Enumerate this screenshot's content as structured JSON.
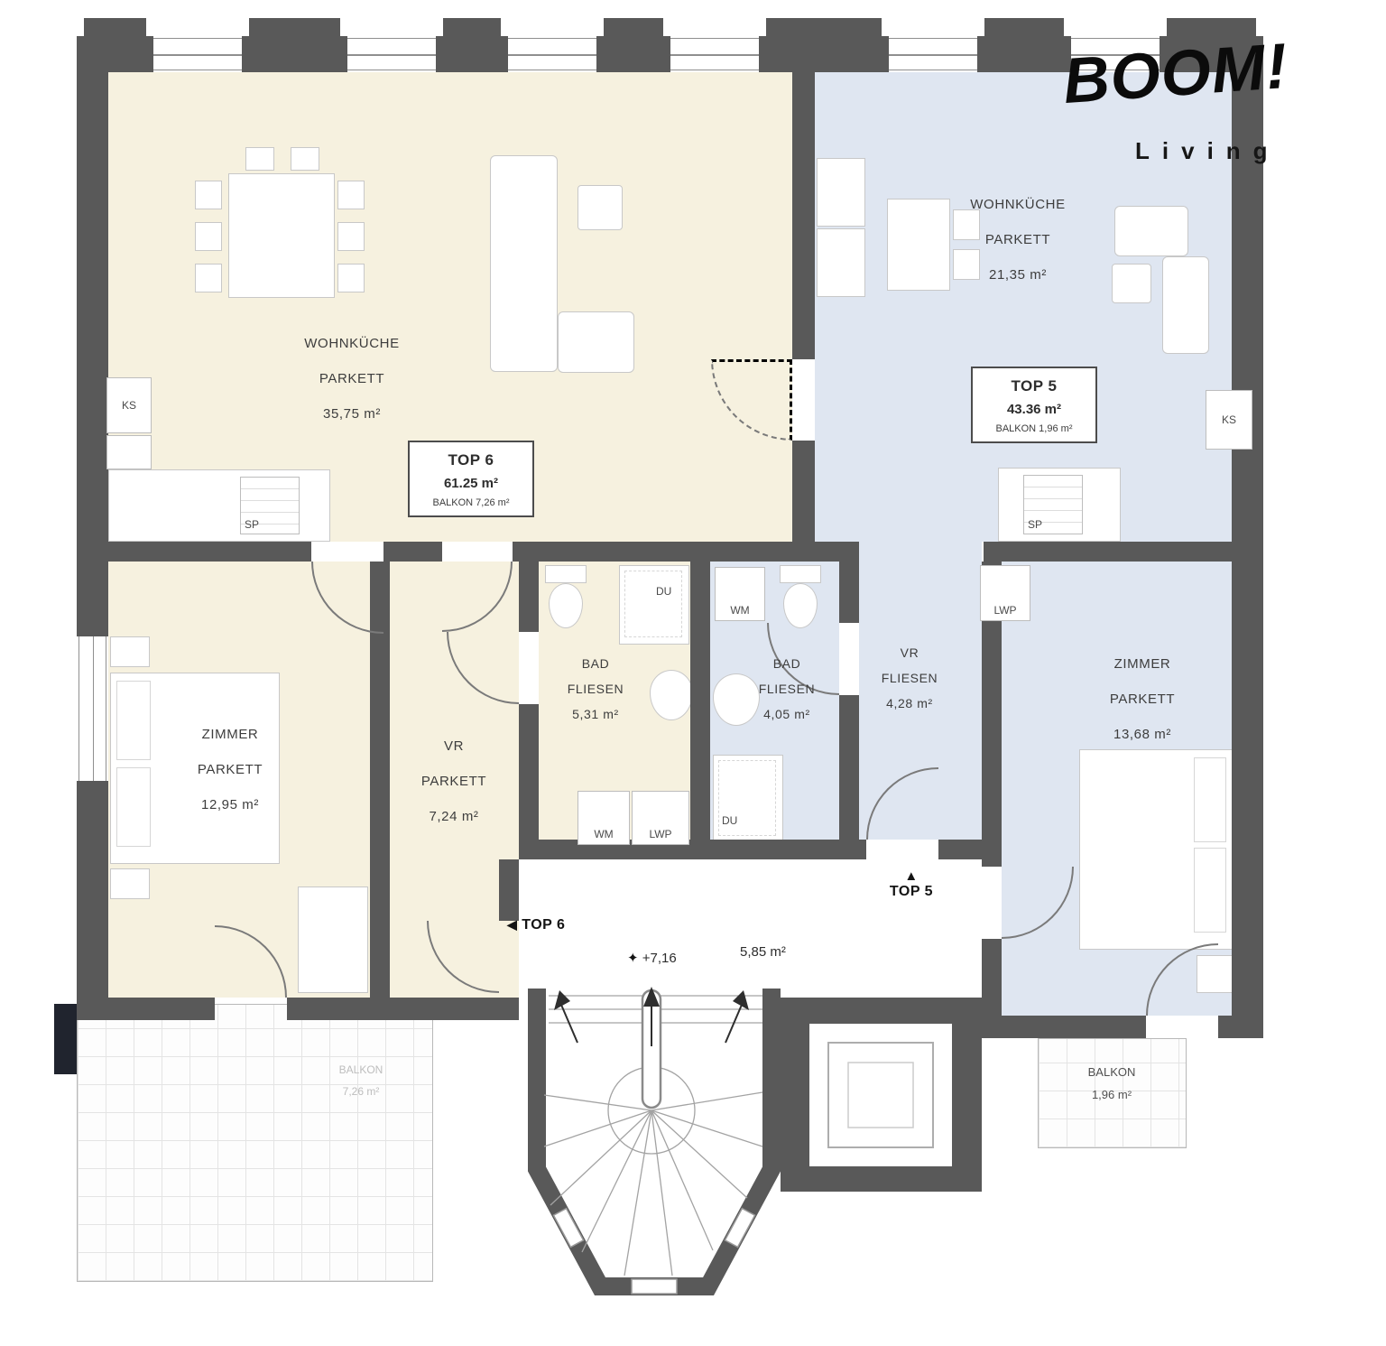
{
  "logo": {
    "brand": "BOOM!",
    "subtitle": "Living"
  },
  "top6": {
    "box": {
      "title": "TOP 6",
      "area": "61.25 m²",
      "balcony": "BALKON 7,26 m²"
    },
    "wohnkueche": {
      "name": "WOHNKÜCHE",
      "floor": "PARKETT",
      "area": "35,75 m²"
    },
    "zimmer": {
      "name": "ZIMMER",
      "floor": "PARKETT",
      "area": "12,95 m²"
    },
    "vr": {
      "name": "VR",
      "floor": "PARKETT",
      "area": "7,24 m²"
    },
    "bad": {
      "name": "BAD",
      "floor": "FLIESEN",
      "area": "5,31 m²"
    },
    "labels": {
      "ks": "KS",
      "sp": "SP",
      "wm": "WM",
      "lwp": "LWP",
      "du": "DU"
    },
    "entry": "TOP 6"
  },
  "top5": {
    "box": {
      "title": "TOP 5",
      "area": "43.36 m²",
      "balcony": "BALKON 1,96 m²"
    },
    "wohnkueche": {
      "name": "WOHNKÜCHE",
      "floor": "PARKETT",
      "area": "21,35 m²"
    },
    "zimmer": {
      "name": "ZIMMER",
      "floor": "PARKETT",
      "area": "13,68 m²"
    },
    "vr": {
      "name": "VR",
      "floor": "FLIESEN",
      "area": "4,28 m²"
    },
    "bad": {
      "name": "BAD",
      "floor": "FLIESEN",
      "area": "4,05 m²"
    },
    "labels": {
      "ks": "KS",
      "sp": "SP",
      "wm": "WM",
      "lwp": "LWP",
      "du": "DU"
    },
    "entry": "TOP 5"
  },
  "stairwell": {
    "area": "5,85 m²",
    "level": "+7,16"
  },
  "balcony_left": {
    "name": "BALKON",
    "area": "7,26 m²"
  },
  "balcony_right": {
    "name": "BALKON",
    "area": "1,96 m²"
  },
  "colors": {
    "wall": "#595959",
    "top6_floor": "#f6f1df",
    "top5_floor": "#dfe6f1"
  }
}
